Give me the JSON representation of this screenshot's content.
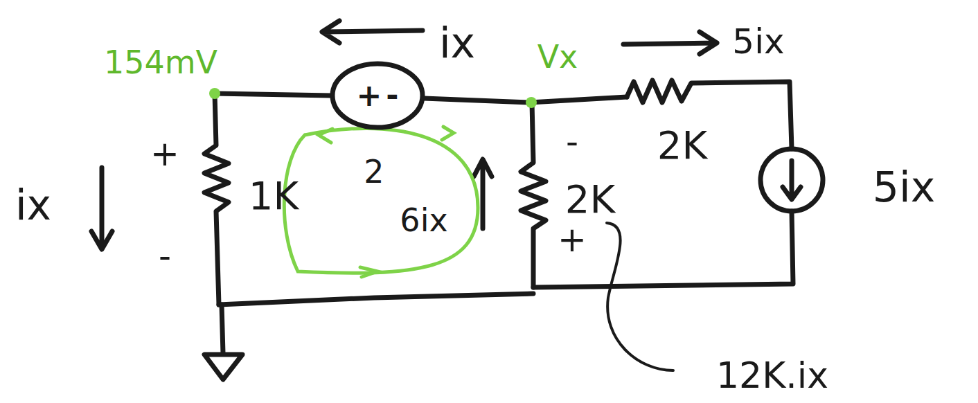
{
  "diagram": {
    "nodes": [
      {
        "text": [
          "+",
          "-"
        ]
      }
    ],
    "labels": [
      "154mV",
      "ix",
      "Vx",
      "5ix",
      "ix",
      "+",
      "1K",
      "-",
      "-",
      "2K",
      "2K",
      "+",
      "2",
      "6ix",
      "5ix",
      "12K.ix"
    ]
  }
}
